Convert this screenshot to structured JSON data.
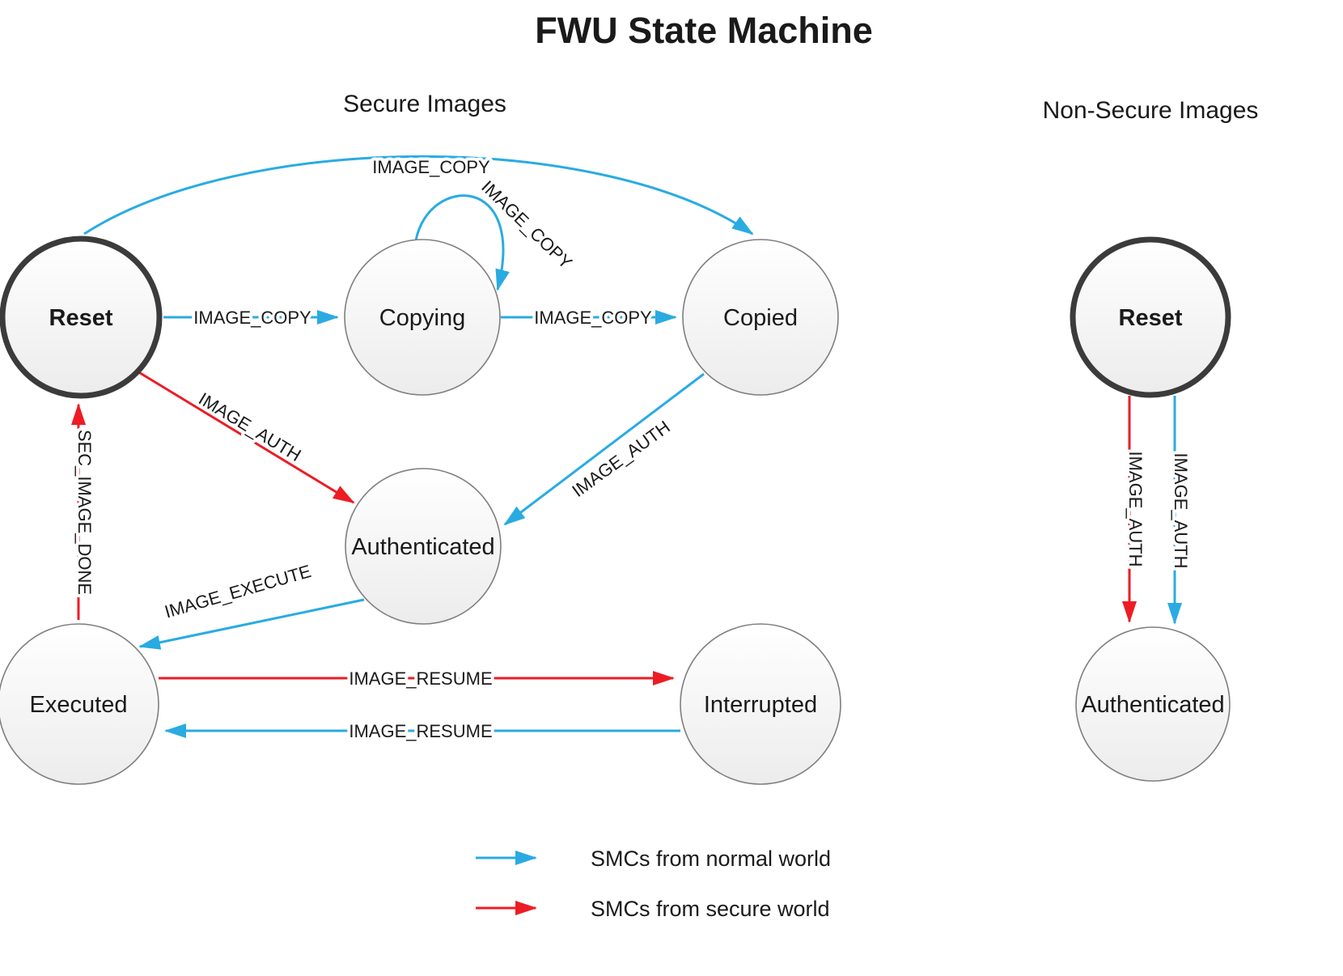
{
  "title": "FWU State Machine",
  "sections": {
    "secure": "Secure Images",
    "non_secure": "Non-Secure Images"
  },
  "nodes": {
    "reset_secure": "Reset",
    "copying": "Copying",
    "copied": "Copied",
    "authenticated_secure": "Authenticated",
    "executed": "Executed",
    "interrupted": "Interrupted",
    "reset_nonsecure": "Reset",
    "authenticated_nonsecure": "Authenticated"
  },
  "edges": {
    "reset_copied_arc": "IMAGE_COPY",
    "reset_copying": "IMAGE_COPY",
    "copying_self": "IMAGE_COPY",
    "copying_copied": "IMAGE_COPY",
    "copied_authenticated": "IMAGE_AUTH",
    "reset_authenticated": "IMAGE_AUTH",
    "authenticated_executed": "IMAGE_EXECUTE",
    "executed_reset": "SEC_IMAGE_DONE",
    "executed_interrupted": "IMAGE_RESUME",
    "interrupted_executed": "IMAGE_RESUME",
    "ns_reset_authenticated_secure": "IMAGE_AUTH",
    "ns_reset_authenticated_normal": "IMAGE_AUTH"
  },
  "legend": {
    "normal_world": "SMCs from normal world",
    "secure_world": "SMCs from secure world"
  },
  "colors": {
    "normal_world": "#29ABE2",
    "secure_world": "#ED1C24"
  }
}
